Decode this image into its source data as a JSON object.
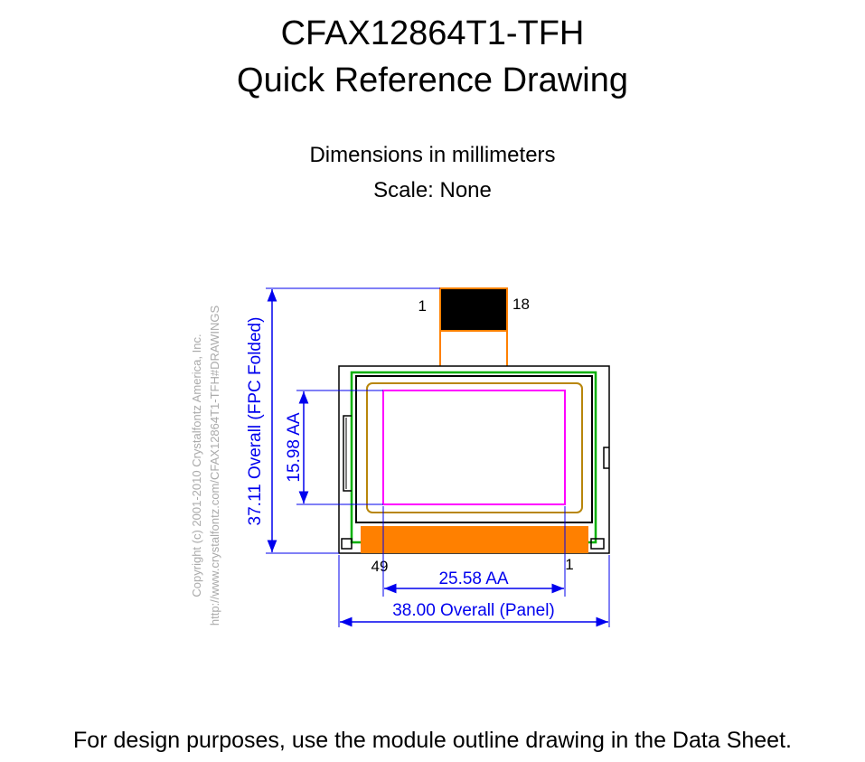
{
  "title": {
    "line1": "CFAX12864T1-TFH",
    "line2": "Quick Reference Drawing"
  },
  "subtitle": {
    "units": "Dimensions in millimeters",
    "scale": "Scale: None"
  },
  "drawing": {
    "fpc_pin_left": "1",
    "fpc_pin_right": "18",
    "bottom_pin_left": "49",
    "bottom_pin_right": "1",
    "dim_height_overall": "37.11 Overall (FPC Folded)",
    "dim_height_aa": "15.98 AA",
    "dim_width_aa": "25.58 AA",
    "dim_width_overall": "38.00 Overall (Panel)",
    "copyright_line1": "Copyright (c) 2001-2010 Crystalfontz America, Inc.",
    "copyright_line2": "http://www.crystalfontz.com/CFAX12864T1-TFH#DRAWINGS"
  },
  "footer": "For design purposes, use the module outline drawing in the Data Sheet.",
  "colors": {
    "dimension": "#0000ee",
    "fpc": "#ff8000",
    "panel_green": "#00b000",
    "bezel_gold": "#b8860b",
    "active_area": "#ff00ff",
    "copyright": "#aaaaaa"
  }
}
